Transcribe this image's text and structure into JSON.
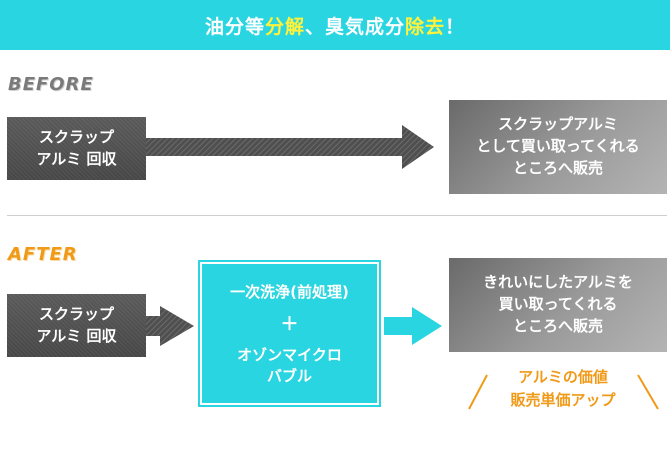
{
  "banner": {
    "part1": "油分等",
    "part2": "分解",
    "part3": "、臭気成分",
    "part4": "除去",
    "part5": "！"
  },
  "before": {
    "label": "BEFORE",
    "scrap": {
      "line1": "スクラップ",
      "line2": "アルミ 回収"
    },
    "result": {
      "line1": "スクラップアルミ",
      "line2": "として買い取ってくれる",
      "line3": "ところへ販売"
    }
  },
  "after": {
    "label": "AFTER",
    "scrap": {
      "line1": "スクラップ",
      "line2": "アルミ 回収"
    },
    "process": {
      "line1": "一次洗浄(前処理)",
      "plus": "＋",
      "line2": "オゾンマイクロ",
      "line3": "バブル"
    },
    "result": {
      "line1": "きれいにしたアルミを",
      "line2": "買い取ってくれる",
      "line3": "ところへ販売"
    },
    "benefit": {
      "line1": "アルミの価値",
      "line2": "販売単価アップ"
    }
  },
  "colors": {
    "accent": "#29d5e0",
    "highlight": "#fff23a",
    "orange": "#f09a18",
    "dark": "#4f4f4f"
  }
}
